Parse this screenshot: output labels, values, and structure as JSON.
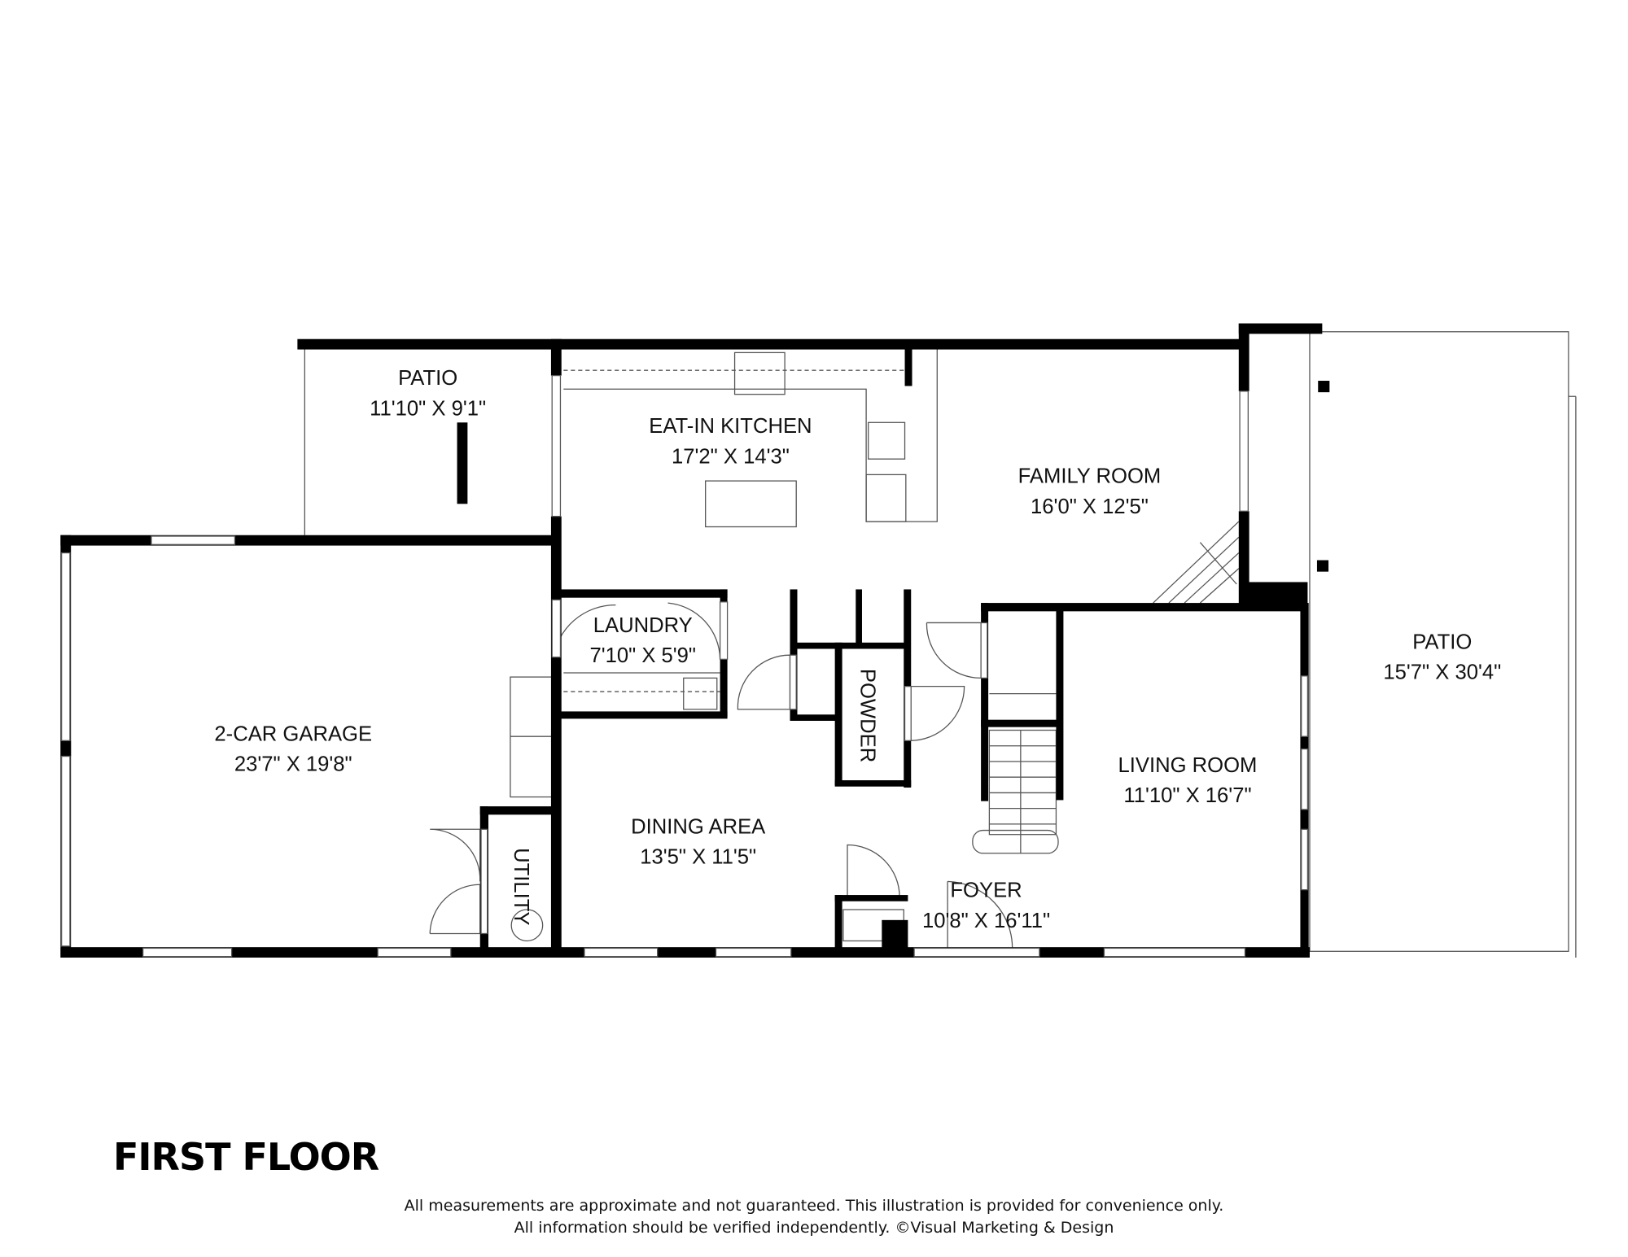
{
  "floor_title": "FIRST FLOOR",
  "disclaimer": {
    "line1": "All measurements are approximate and not guaranteed. This illustration is provided for convenience only.",
    "line2": "All information should be verified independently. ©Visual Marketing & Design"
  },
  "rooms": {
    "patio_small": {
      "name": "PATIO",
      "size": "11'10\" X 9'1\""
    },
    "kitchen": {
      "name": "EAT-IN KITCHEN",
      "size": "17'2\" X 14'3\""
    },
    "family": {
      "name": "FAMILY ROOM",
      "size": "16'0\" X 12'5\""
    },
    "patio_large": {
      "name": "PATIO",
      "size": "15'7\" X 30'4\""
    },
    "laundry": {
      "name": "LAUNDRY",
      "size": "7'10\" X 5'9\""
    },
    "garage": {
      "name": "2-CAR GARAGE",
      "size": "23'7\" X 19'8\""
    },
    "powder": {
      "name": "POWDER"
    },
    "living": {
      "name": "LIVING ROOM",
      "size": "11'10\" X 16'7\""
    },
    "dining": {
      "name": "DINING AREA",
      "size": "13'5\" X 11'5\""
    },
    "utility": {
      "name": "UTILITY"
    },
    "foyer": {
      "name": "FOYER",
      "size": "10'8\" X 16'11\""
    }
  },
  "colors": {
    "wall": "#000000",
    "fixture": "#555555"
  }
}
